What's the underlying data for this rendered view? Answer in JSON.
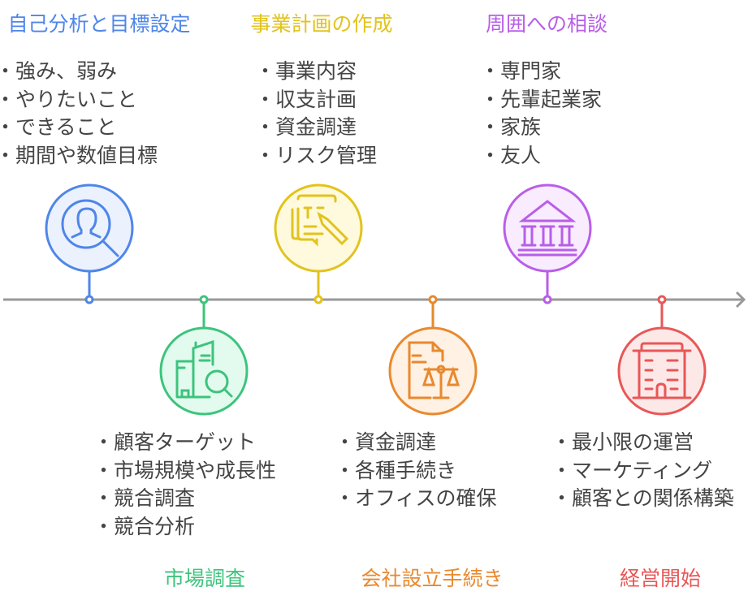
{
  "steps": [
    {
      "title": "自己分析と目標設定",
      "color": "#4f86e8",
      "fill": "#ebf2fe",
      "items": [
        "強み、弱み",
        "やりたいこと",
        "できること",
        "期間や数値目標"
      ],
      "icon": "user-search-icon"
    },
    {
      "title": "市場調査",
      "color": "#3cc47c",
      "fill": "#e3fbef",
      "items": [
        "顧客ターゲット",
        "市場規模や成長性",
        "競合調査",
        "競合分析"
      ],
      "icon": "building-search-icon"
    },
    {
      "title": "事業計画の作成",
      "color": "#e2c31c",
      "fill": "#fffadd",
      "items": [
        "事業内容",
        "収支計画",
        "資金調達",
        "リスク管理"
      ],
      "icon": "document-pencil-icon"
    },
    {
      "title": "会社設立手続き",
      "color": "#e8892f",
      "fill": "#fff1e3",
      "items": [
        "資金調達",
        "各種手続き",
        "オフィスの確保"
      ],
      "icon": "document-scale-icon"
    },
    {
      "title": "周囲への相談",
      "color": "#b95ee8",
      "fill": "#f8ecfe",
      "items": [
        "専門家",
        "先輩起業家",
        "家族",
        "友人"
      ],
      "icon": "institution-icon"
    },
    {
      "title": "経営開始",
      "color": "#e85757",
      "fill": "#fde8e8",
      "items": [
        "最小限の運営",
        "マーケティング",
        "顧客との関係構築"
      ],
      "icon": "office-building-icon"
    }
  ],
  "timeline_color": "#999999"
}
